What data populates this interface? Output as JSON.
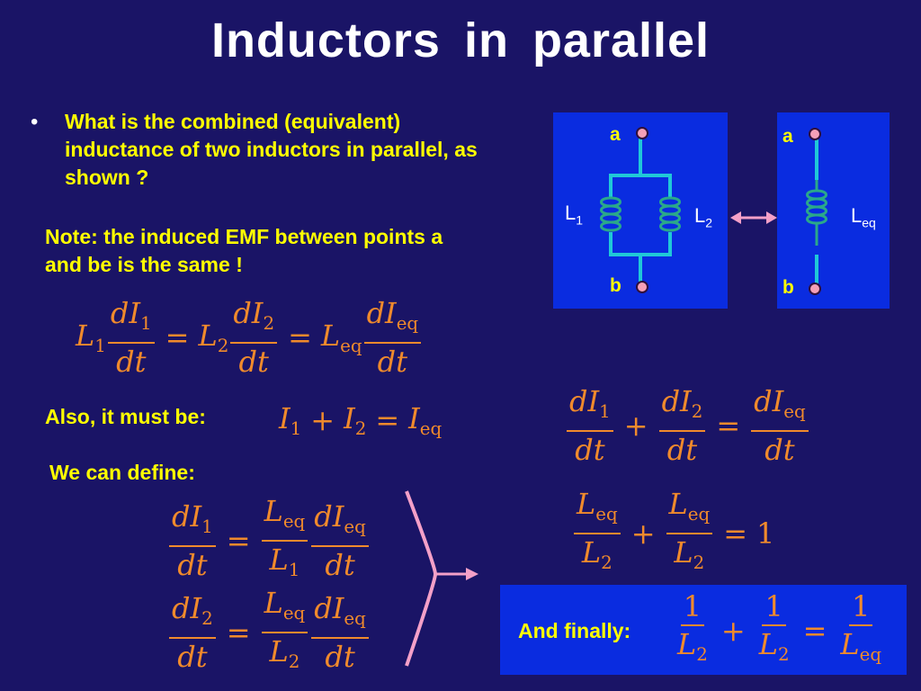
{
  "title": "Inductors  in  parallel",
  "bullet": {
    "marker": "•",
    "text": "What is the combined (equivalent) inductance of two inductors in parallel, as shown ?"
  },
  "note": "Note:  the induced EMF between points a and be is the same !",
  "also_label": "Also, it must be:",
  "define_label": "We can define:",
  "finally_label": "And finally:",
  "circuit_left": {
    "node_top": "a",
    "node_bottom": "b",
    "inductor1_label": "L",
    "inductor1_sub": "1",
    "inductor2_label": "L",
    "inductor2_sub": "2"
  },
  "circuit_right": {
    "node_top": "a",
    "node_bottom": "b",
    "inductor_label": "L",
    "inductor_sub": "eq"
  },
  "colors": {
    "background": "#1a1466",
    "panel": "#0a2ce0",
    "text_highlight": "#ffff00",
    "math": "#f08a2c",
    "wire": "#20c8d8",
    "coil": "#2aa88a",
    "node": "#f4a0b8",
    "arrow": "#f4a0c8"
  },
  "math": {
    "L": "L",
    "I": "I",
    "d": "d",
    "dt": "dt",
    "eq": "=",
    "plus": "+",
    "s1": "1",
    "s2": "2",
    "seq": "eq",
    "one": "1"
  }
}
